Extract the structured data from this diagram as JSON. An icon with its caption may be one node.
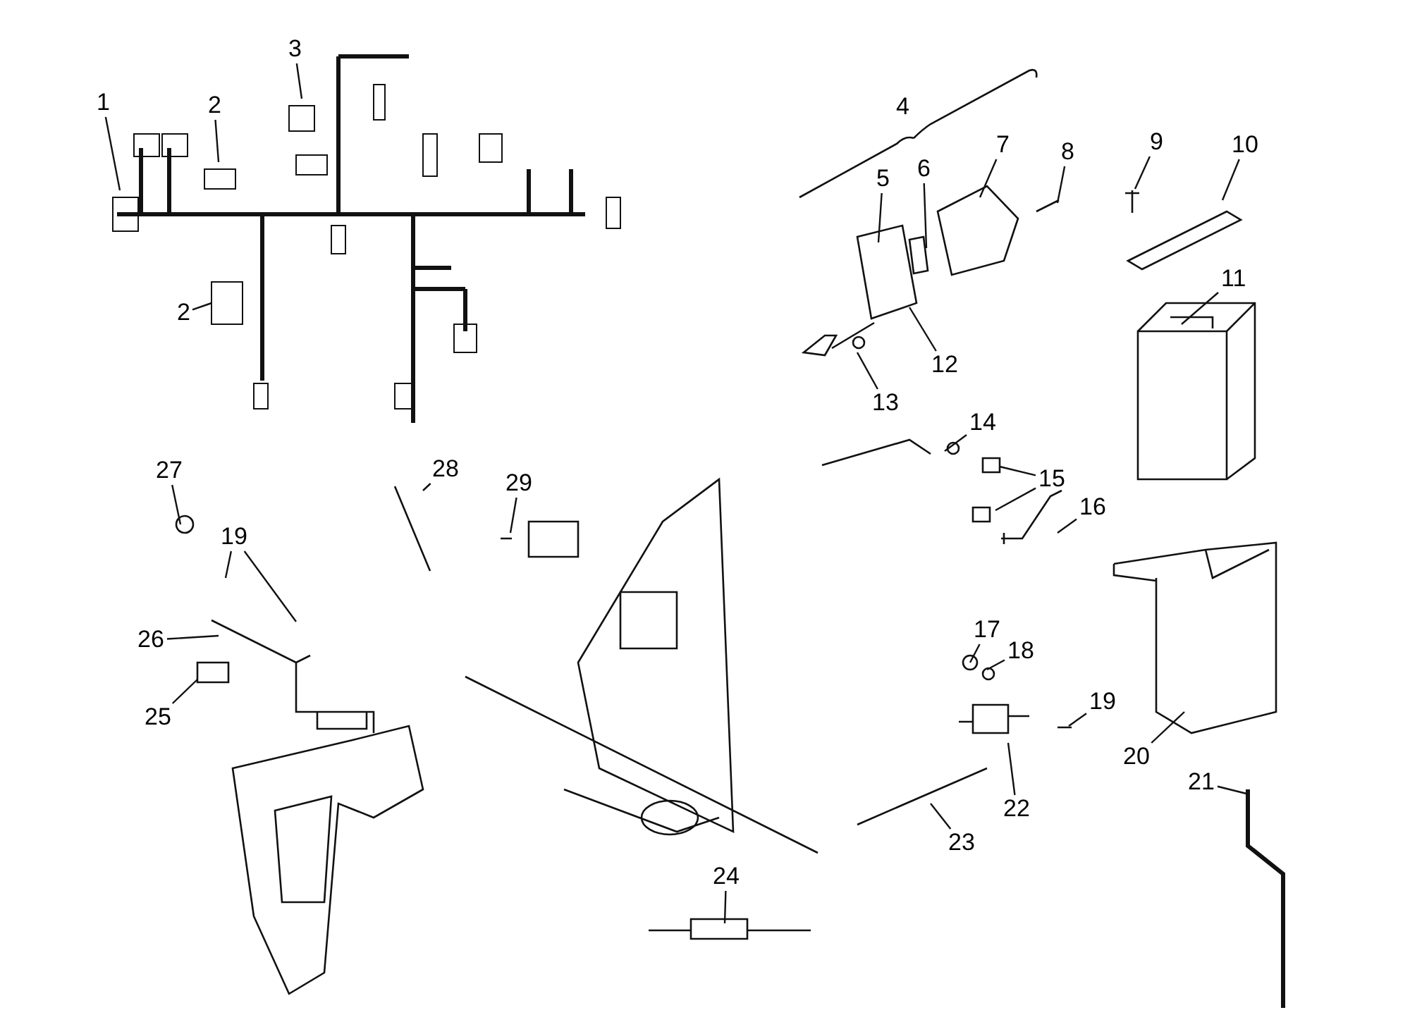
{
  "diagram": {
    "nodes": [
      {
        "text": [
          "3"
        ]
      },
      {
        "text": [
          "1"
        ]
      },
      {
        "text": [
          "2"
        ]
      },
      {
        "text": [
          "2"
        ]
      },
      {
        "text": [
          "5"
        ]
      },
      {
        "text": [
          "6"
        ]
      },
      {
        "text": [
          "7"
        ]
      },
      {
        "text": [
          "8"
        ]
      },
      {
        "text": [
          "9"
        ]
      },
      {
        "text": [
          "10"
        ]
      },
      {
        "text": [
          "11"
        ]
      },
      {
        "text": [
          "12"
        ]
      },
      {
        "text": [
          "13"
        ]
      },
      {
        "text": [
          "14"
        ]
      },
      {
        "text": [
          "15"
        ]
      },
      {
        "text": [
          "16"
        ]
      },
      {
        "text": [
          "27"
        ]
      },
      {
        "text": [
          "28"
        ]
      },
      {
        "text": [
          "29"
        ]
      },
      {
        "text": [
          "19"
        ]
      },
      {
        "text": [
          "26"
        ]
      },
      {
        "text": [
          "25"
        ]
      },
      {
        "text": [
          "17"
        ]
      },
      {
        "text": [
          "18"
        ]
      },
      {
        "text": [
          "19"
        ]
      },
      {
        "text": [
          "20"
        ]
      },
      {
        "text": [
          "21"
        ]
      },
      {
        "text": [
          "22"
        ]
      },
      {
        "text": [
          "23"
        ]
      },
      {
        "text": [
          "24"
        ]
      }
    ],
    "edges": [
      {
        "from": 0,
        "to": null,
        "arrow": "none"
      },
      {
        "from": 1,
        "to": null,
        "arrow": "none"
      },
      {
        "from": 2,
        "to": null,
        "arrow": "none"
      },
      {
        "from": 3,
        "to": null,
        "arrow": "none"
      },
      {
        "from": 4,
        "to": null,
        "arrow": "none"
      },
      {
        "from": 5,
        "to": null,
        "arrow": "none"
      },
      {
        "from": 6,
        "to": null,
        "arrow": "none"
      },
      {
        "from": 7,
        "to": null,
        "arrow": "none"
      },
      {
        "from": 8,
        "to": null,
        "arrow": "none"
      },
      {
        "from": 9,
        "to": null,
        "arrow": "none"
      },
      {
        "from": 10,
        "to": null,
        "arrow": "none"
      },
      {
        "from": 11,
        "to": null,
        "arrow": "none"
      },
      {
        "from": 12,
        "to": null,
        "arrow": "none"
      },
      {
        "from": 13,
        "to": null,
        "arrow": "none"
      },
      {
        "from": 14,
        "to": null,
        "arrow": "none"
      },
      {
        "from": 14,
        "to": null,
        "arrow": "none"
      },
      {
        "from": 15,
        "to": null,
        "arrow": "none"
      },
      {
        "from": 16,
        "to": null,
        "arrow": "none"
      },
      {
        "from": 17,
        "to": null,
        "arrow": "none"
      },
      {
        "from": 18,
        "to": null,
        "arrow": "none"
      },
      {
        "from": 19,
        "to": null,
        "arrow": "none"
      },
      {
        "from": 19,
        "to": null,
        "arrow": "none"
      },
      {
        "from": 20,
        "to": null,
        "arrow": "none"
      },
      {
        "from": 21,
        "to": null,
        "arrow": "none"
      },
      {
        "from": 22,
        "to": null,
        "arrow": "none"
      },
      {
        "from": 23,
        "to": null,
        "arrow": "none"
      },
      {
        "from": 24,
        "to": null,
        "arrow": "none"
      },
      {
        "from": 25,
        "to": null,
        "arrow": "none"
      },
      {
        "from": 26,
        "to": null,
        "arrow": "none"
      },
      {
        "from": 27,
        "to": null,
        "arrow": "none"
      },
      {
        "from": 28,
        "to": null,
        "arrow": "none"
      },
      {
        "from": 29,
        "to": null,
        "arrow": "none"
      }
    ],
    "labels": [
      "4"
    ]
  }
}
